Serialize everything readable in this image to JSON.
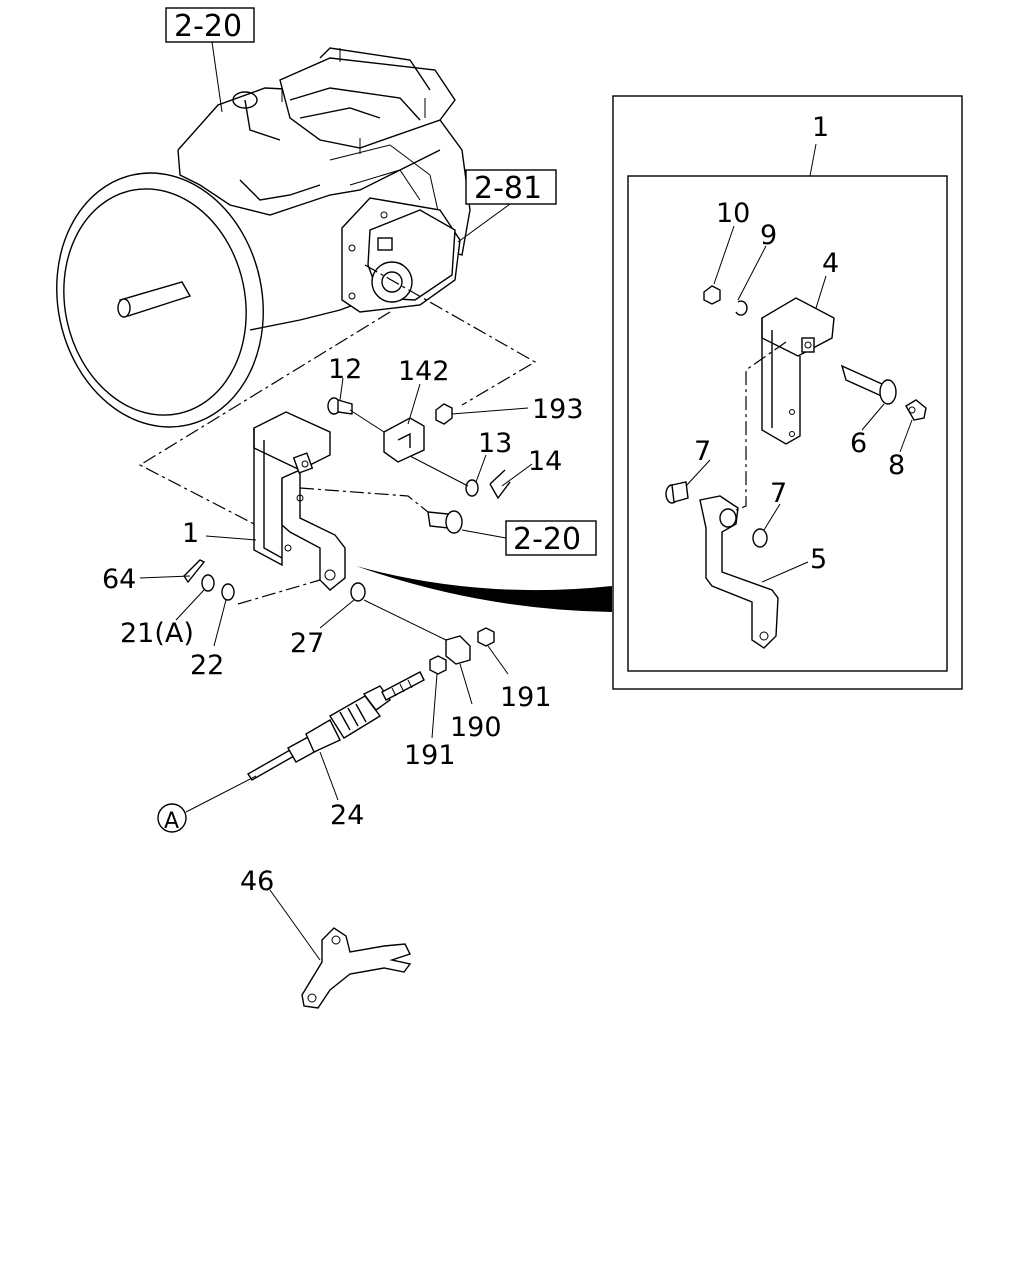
{
  "refs": {
    "top": "2-20",
    "pto": "2-81",
    "mid": "2-20"
  },
  "labels": {
    "l12": "12",
    "l142": "142",
    "l193": "193",
    "l13": "13",
    "l14": "14",
    "l1": "1",
    "l64": "64",
    "l21a": "21(A)",
    "l22": "22",
    "l27": "27",
    "l191a": "191",
    "l190": "190",
    "l191b": "191",
    "l24": "24",
    "lA": "A",
    "l46": "46"
  },
  "detail": {
    "l1": "1",
    "l10": "10",
    "l9": "9",
    "l4": "4",
    "l6": "6",
    "l8": "8",
    "l7a": "7",
    "l7b": "7",
    "l5": "5"
  }
}
